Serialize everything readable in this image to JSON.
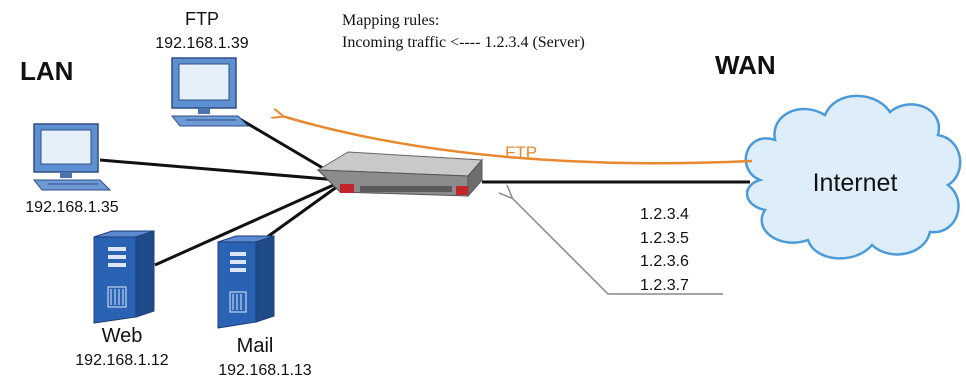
{
  "zones": {
    "lan": "LAN",
    "wan": "WAN"
  },
  "mapping": {
    "title": "Mapping rules:",
    "rule": "Incoming traffic <---- 1.2.3.4 (Server)"
  },
  "nodes": {
    "ftp_server": {
      "name": "FTP",
      "ip": "192.168.1.39"
    },
    "pc": {
      "ip": "192.168.1.35"
    },
    "web_server": {
      "name": "Web",
      "ip": "192.168.1.12"
    },
    "mail_server": {
      "name": "Mail",
      "ip": "192.168.1.13"
    },
    "internet": {
      "name": "Internet"
    }
  },
  "flows": {
    "ftp": "FTP"
  },
  "public_ips": [
    "1.2.3.4",
    "1.2.3.5",
    "1.2.3.6",
    "1.2.3.7"
  ],
  "colors": {
    "ftp_flow": "#e8892f",
    "cloud_fill": "#ddeefa",
    "cloud_stroke": "#4d9ad8",
    "server_blue": "#2a63b3",
    "computer_blue": "#5e8fd0",
    "router_red": "#c2262b"
  },
  "icons": {
    "router": "router-icon",
    "cloud": "internet-cloud-icon",
    "computer": "computer-icon",
    "server": "server-icon"
  }
}
